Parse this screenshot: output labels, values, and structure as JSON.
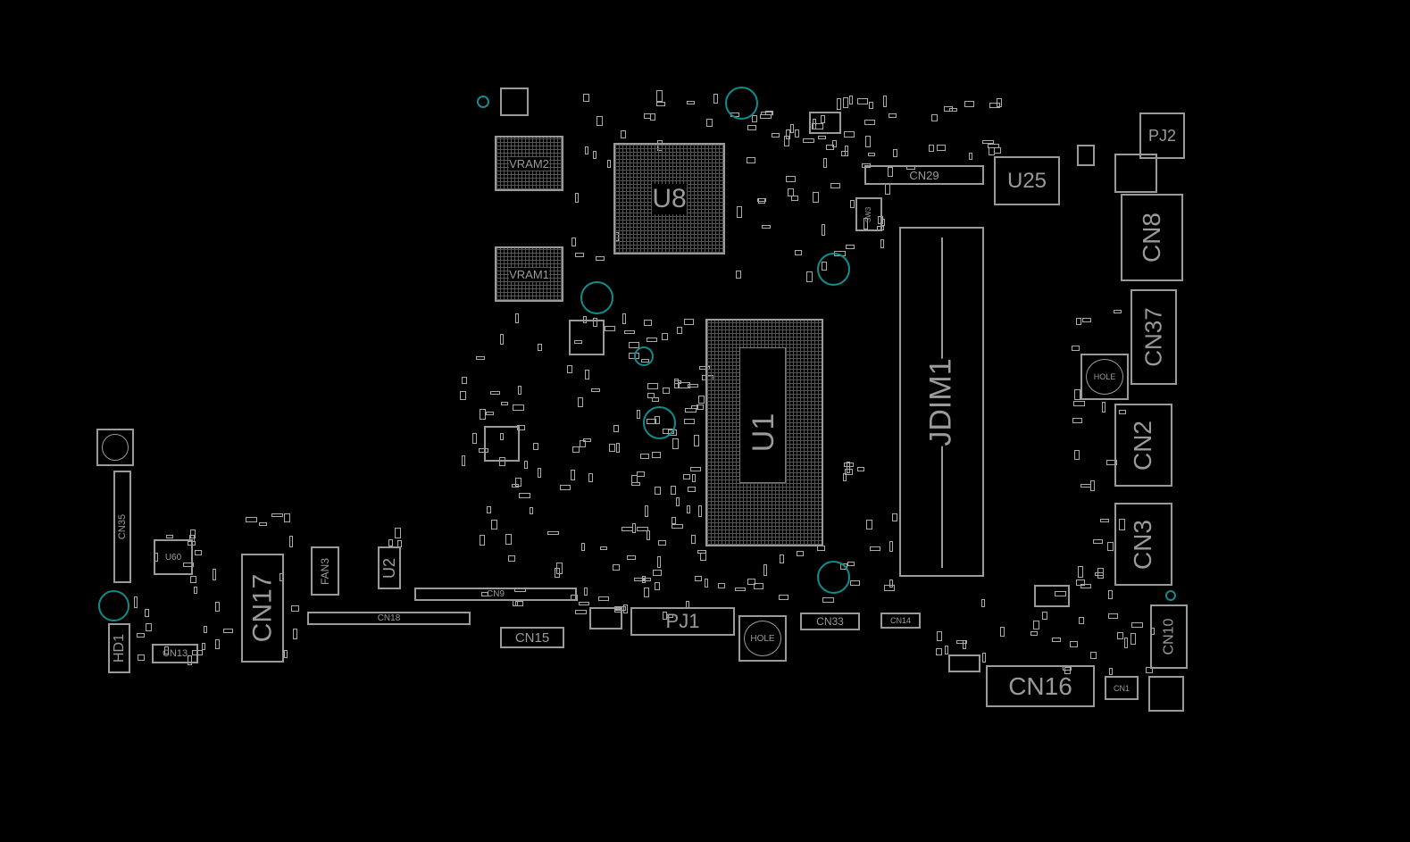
{
  "board": {
    "components": {
      "vram2": "VRAM2",
      "vram1": "VRAM1",
      "u8": "U8",
      "u1": "U1",
      "jdim1": "JDIM1",
      "cn29": "CN29",
      "u25": "U25",
      "pj2": "PJ2",
      "cn8": "CN8",
      "cn37": "CN37",
      "hole_right": "HOLE",
      "cn2": "CN2",
      "cn3": "CN3",
      "cn10": "CN10",
      "cn1": "CN1",
      "cn16": "CN16",
      "cn14": "CN14",
      "cn33": "CN33",
      "hole_bottom": "HOLE",
      "pj1": "PJ1",
      "cn15": "CN15",
      "cn9": "CN9",
      "cn18": "CN18",
      "u2": "U2",
      "fan3": "FAN3",
      "cn17": "CN17",
      "u60": "U60",
      "cn13": "CN13",
      "hd1": "HD1",
      "cn35": "CN35",
      "sw3": "SW3"
    },
    "colors": {
      "outline": "#9a9a9a",
      "hole": "#0f8c8c",
      "background": "#000000"
    }
  }
}
